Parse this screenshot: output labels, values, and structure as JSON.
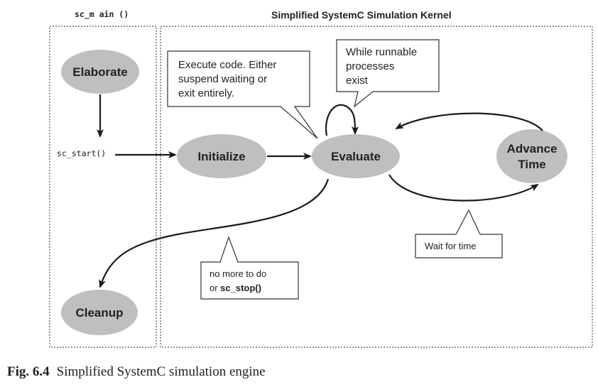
{
  "panels": {
    "left_title": "sc_m ain ()",
    "right_title": "Simplified SystemC Simulation Kernel"
  },
  "nodes": {
    "elaborate": "Elaborate",
    "initialize": "Initialize",
    "evaluate": "Evaluate",
    "advance_time_line1": "Advance",
    "advance_time_line2": "Time",
    "cleanup": "Cleanup"
  },
  "labels": {
    "sc_start": "sc_start()"
  },
  "notes": {
    "execute": [
      "Execute code. Either",
      "suspend waiting or",
      "exit entirely."
    ],
    "runnable": [
      "While runnable",
      "processes",
      "exist"
    ],
    "wait": "Wait for time",
    "nomore_line1": "no more to do",
    "nomore_line2_prefix": "or ",
    "nomore_line2_code": "sc_stop()"
  },
  "caption": {
    "fig_label": "Fig. 6.4",
    "text": "Simplified SystemC simulation engine"
  },
  "colors": {
    "node_fill": "#bfbfbf",
    "line": "#1a1a1a",
    "background": "#ffffff"
  }
}
